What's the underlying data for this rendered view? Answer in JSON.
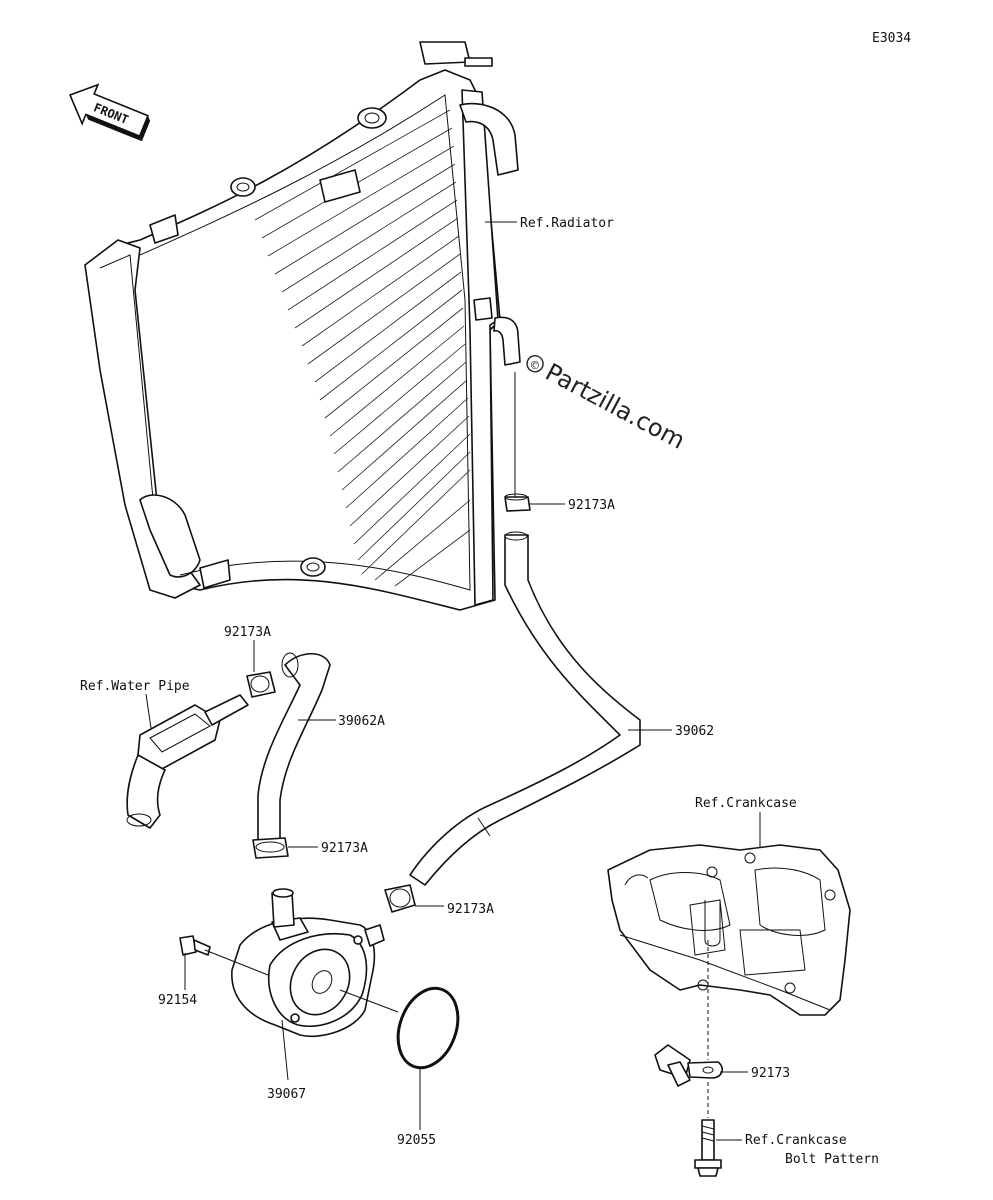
{
  "diagram_code": "E3034",
  "front_arrow_label": "FRONT",
  "watermark": {
    "copyright": "©",
    "text": "Partzilla.com"
  },
  "labels": {
    "ref_radiator": "Ref.Radiator",
    "clamp_radiator": "92173A",
    "clamp_pipe_top": "92173A",
    "ref_water_pipe": "Ref.Water Pipe",
    "hose_short": "39062A",
    "hose_long": "39062",
    "clamp_hose_bottom": "92173A",
    "clamp_cooler_right": "92173A",
    "ref_crankcase": "Ref.Crankcase",
    "bolt": "92154",
    "oil_cooler": "39067",
    "oring": "92055",
    "clamp_crankcase": "92173",
    "ref_bolt_pattern_line1": "Ref.Crankcase",
    "ref_bolt_pattern_line2": "Bolt Pattern"
  }
}
